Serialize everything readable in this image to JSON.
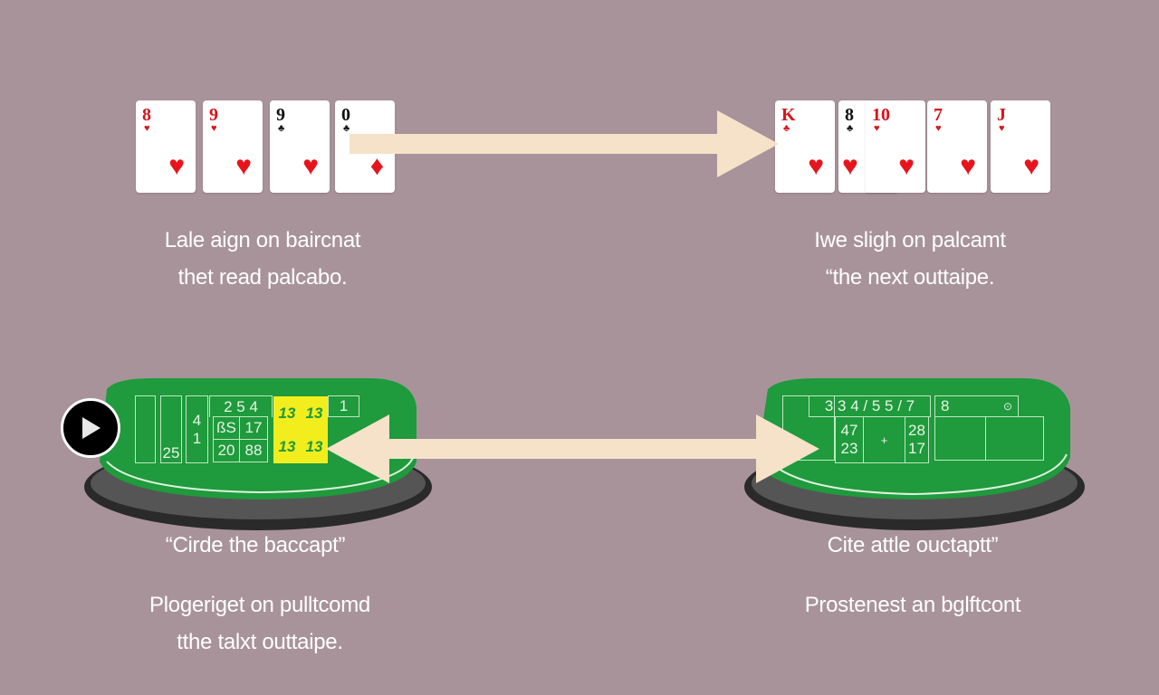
{
  "top_left_cards": [
    {
      "rank": "8",
      "suit": "♥",
      "small": "♥",
      "color": "red"
    },
    {
      "rank": "9",
      "suit": "♥",
      "small": "♥",
      "color": "red"
    },
    {
      "rank": "9",
      "suit": "♥",
      "small": "♣",
      "color": "blk"
    },
    {
      "rank": "0",
      "suit": "♦",
      "small": "♣",
      "color": "blk"
    }
  ],
  "top_right_cards": [
    {
      "rank": "K",
      "suit": "♥",
      "small": "♣",
      "color": "red"
    },
    {
      "rank": "8",
      "suit": "♥",
      "small": "♣",
      "color": "blk"
    },
    {
      "rank": "10",
      "suit": "♥",
      "small": "♥",
      "color": "red"
    },
    {
      "rank": "7",
      "suit": "♥",
      "small": "♥",
      "color": "red"
    },
    {
      "rank": "J",
      "suit": "♥",
      "small": "♥",
      "color": "red"
    }
  ],
  "captions": {
    "top_left": [
      "Lale aign on baircnat",
      "thet read palcabo."
    ],
    "top_right": [
      "Iwe sligh on palcamt",
      "“the next outtaipe."
    ],
    "bottom_left_title": "“Cirde the baccapt”",
    "bottom_left": [
      "Plogeriget on pulltcomd",
      "tthe talxt outtaipe."
    ],
    "bottom_right_title": "Cite attle ouctaptt”",
    "bottom_right": [
      "Prostenest an bglftcont"
    ]
  },
  "left_table": {
    "header": "2 5 4",
    "c1": "4",
    "c2": "1",
    "c3": "25",
    "n1": "ßS",
    "n2": "17",
    "n3": "20",
    "n4": "88",
    "hl": "13",
    "right": "1"
  },
  "right_table": {
    "header": "3 3 4 / 5 5 / 7",
    "h2": "8",
    "a": "47",
    "b": "23",
    "c": "28",
    "d": "17"
  },
  "colors": {
    "background": "#a8939b",
    "felt": "#1f9a3c",
    "arrow": "#f5e2c8",
    "highlight": "#f2ee1e"
  }
}
